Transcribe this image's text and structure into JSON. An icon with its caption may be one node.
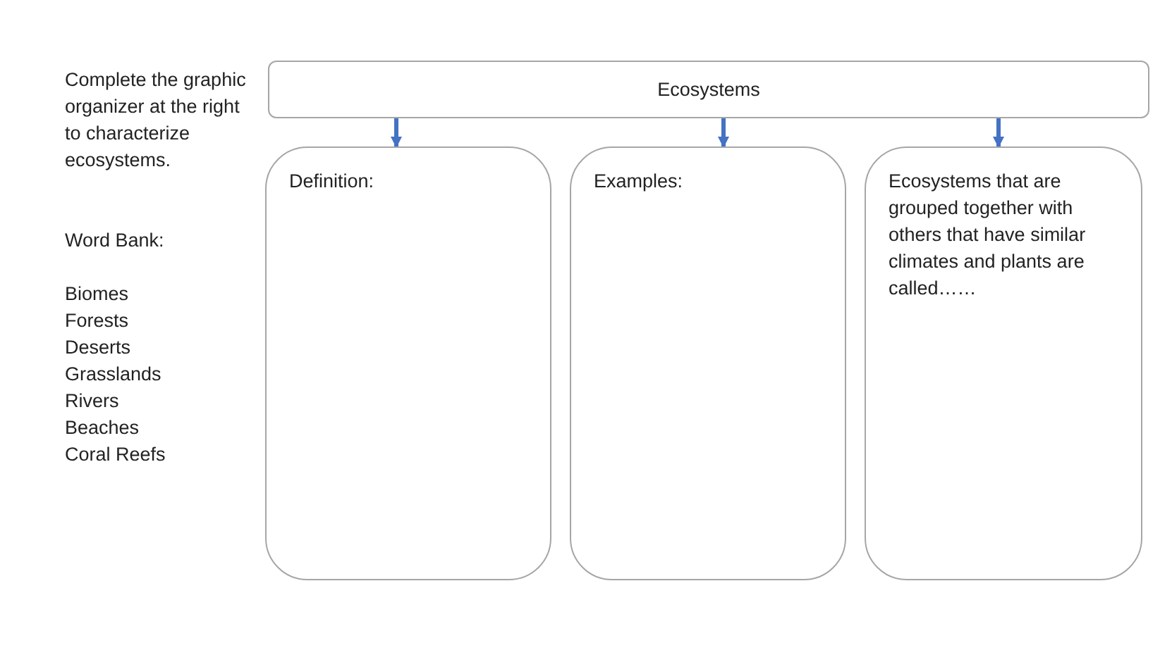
{
  "diagram": {
    "nodes": [
      {
        "text": [
          "Ecosystems"
        ]
      },
      {
        "text": [
          "Definition:"
        ]
      },
      {
        "text": [
          "Examples:"
        ]
      },
      {
        "text": [
          "Ecosystems that are grouped together with others that have similar climates and plants are called……"
        ]
      }
    ],
    "edges": [
      {
        "from": 0,
        "to": 1,
        "arrow": "to"
      },
      {
        "from": 0,
        "to": 2,
        "arrow": "to"
      },
      {
        "from": 0,
        "to": 3,
        "arrow": "to"
      }
    ],
    "labels": [
      "Complete the graphic organizer at the right to characterize ecosystems.",
      "Word Bank:",
      "Biomes",
      "Forests",
      "Deserts",
      "Grasslands",
      "Rivers",
      "Beaches",
      "Coral Reefs"
    ]
  }
}
